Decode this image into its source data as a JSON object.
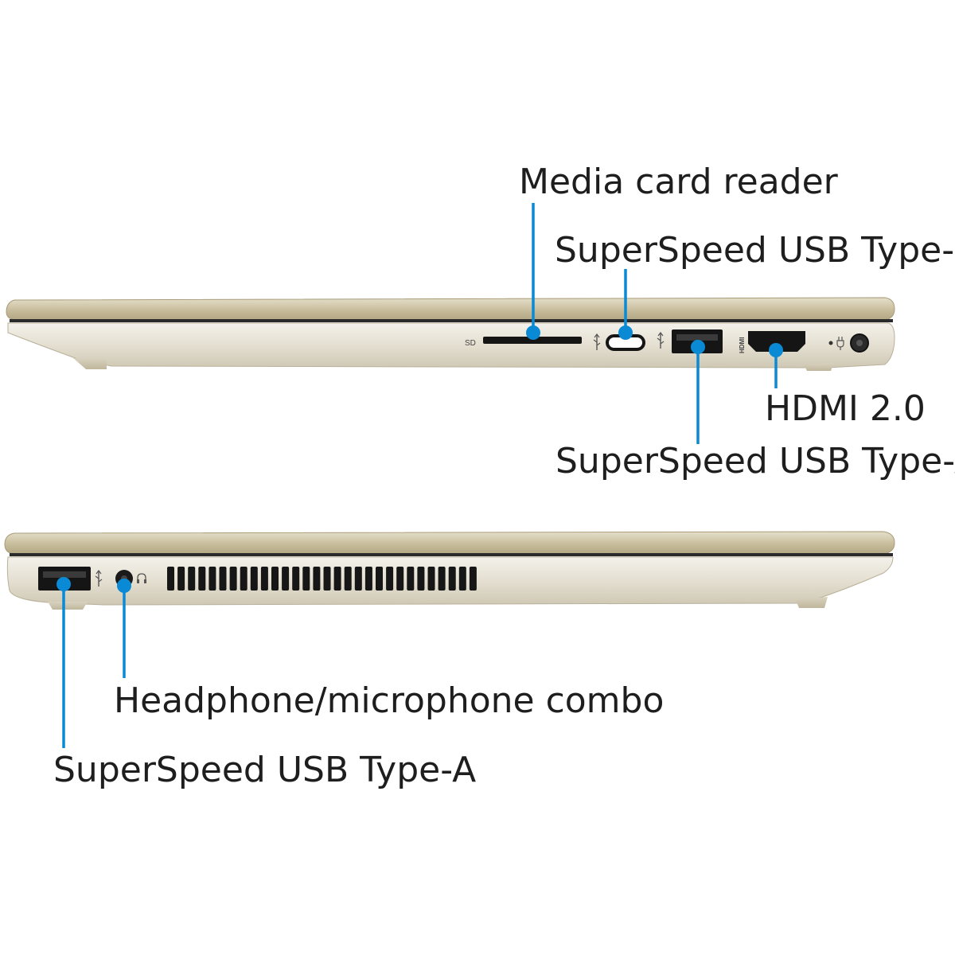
{
  "right_side": {
    "callouts": {
      "media_card_reader": "Media card reader",
      "usb_c": "SuperSpeed USB Type-C®",
      "hdmi": "HDMI 2.0",
      "usb_a": "SuperSpeed USB Type-A"
    },
    "port_marks": {
      "sd": "SD",
      "hdmi": "HDMI"
    }
  },
  "left_side": {
    "callouts": {
      "headphone": "Headphone/microphone combo",
      "usb_a": "SuperSpeed USB Type-A"
    }
  },
  "colors": {
    "callout": "#0a8ad4",
    "chassis": "#d8d2c2",
    "lid": "#c9c0a4",
    "port": "#151515",
    "text": "#1e1e1e"
  }
}
